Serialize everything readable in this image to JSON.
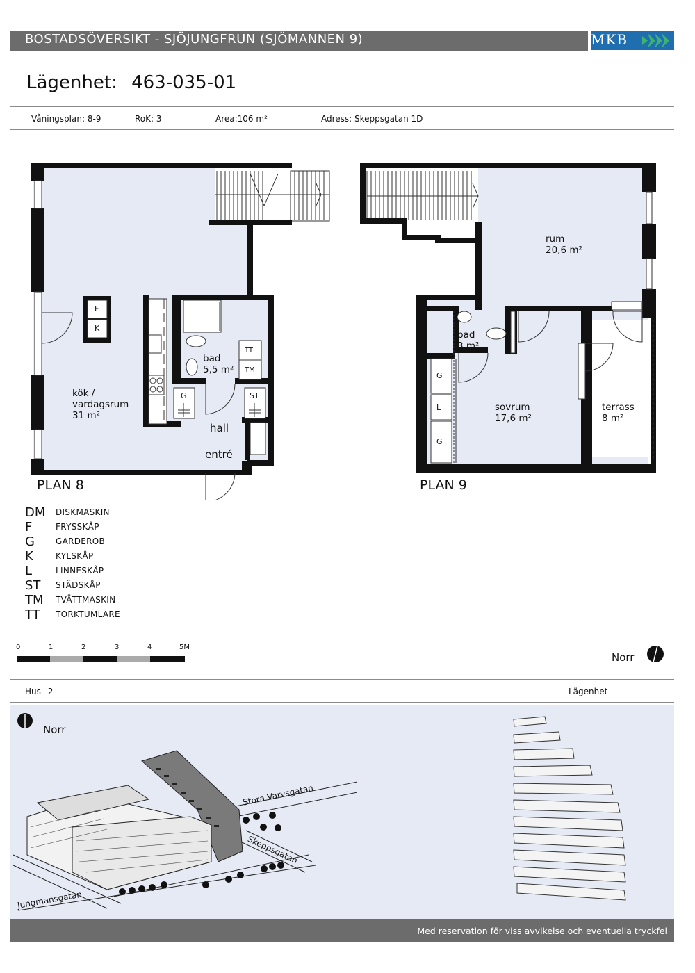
{
  "header": {
    "title": "BOSTADSÖVERSIKT - SJÖJUNGFRUN (SJÖMANNEN 9)",
    "logo_text": "MKB",
    "apartment_label": "Lägenhet:",
    "apartment_number": "463-035-01"
  },
  "info": {
    "floor": "Våningsplan: 8-9",
    "rok": "RoK: 3",
    "area": "Area:106 m²",
    "address": "Adress: Skeppsgatan 1D"
  },
  "plan8": {
    "label": "PLAN 8",
    "rooms": {
      "kitchen": "kök /\nvardagsrum\n31 m²",
      "bath": "bad\n5,5 m²",
      "hall": "hall",
      "entry": "entré"
    },
    "fixtures": {
      "f": "F",
      "k": "K",
      "g": "G",
      "tt": "TT",
      "tm": "TM",
      "st": "ST"
    }
  },
  "plan9": {
    "label": "PLAN 9",
    "rooms": {
      "rum": "rum\n20,6 m²",
      "bath": "bad\n3 m²",
      "sovrum": "sovrum\n17,6 m²",
      "terrass": "terrass\n8 m²"
    },
    "fixtures": {
      "g1": "G",
      "l": "L",
      "g2": "G"
    }
  },
  "legend": [
    {
      "code": "DM",
      "desc": "DISKMASKIN"
    },
    {
      "code": "F",
      "desc": "FRYSSKÅP"
    },
    {
      "code": "G",
      "desc": "GARDEROB"
    },
    {
      "code": "K",
      "desc": "KYLSKÅP"
    },
    {
      "code": "L",
      "desc": "LINNESKÅP"
    },
    {
      "code": "ST",
      "desc": "STÄDSKÅP"
    },
    {
      "code": "TM",
      "desc": "TVÄTTMASKIN"
    },
    {
      "code": "TT",
      "desc": "TORKTUMLARE"
    }
  ],
  "scale": {
    "labels": [
      "0",
      "1",
      "2",
      "3",
      "4",
      "5M"
    ]
  },
  "north_label": "Norr",
  "house": {
    "label": "Hus",
    "number": "2"
  },
  "apartment_section_label": "Lägenhet",
  "map": {
    "north_label": "Norr",
    "streets": [
      "Stora Varvsgatan",
      "Skeppsgatan",
      "Jungmansgatan"
    ]
  },
  "footer": "Med reservation för viss avvikelse och eventuella tryckfel",
  "colors": {
    "room_fill": "#e6eaf4",
    "bar_gray": "#6c6c6c",
    "logo_blue": "#1f6fb0",
    "logo_green": "#3cb371"
  }
}
